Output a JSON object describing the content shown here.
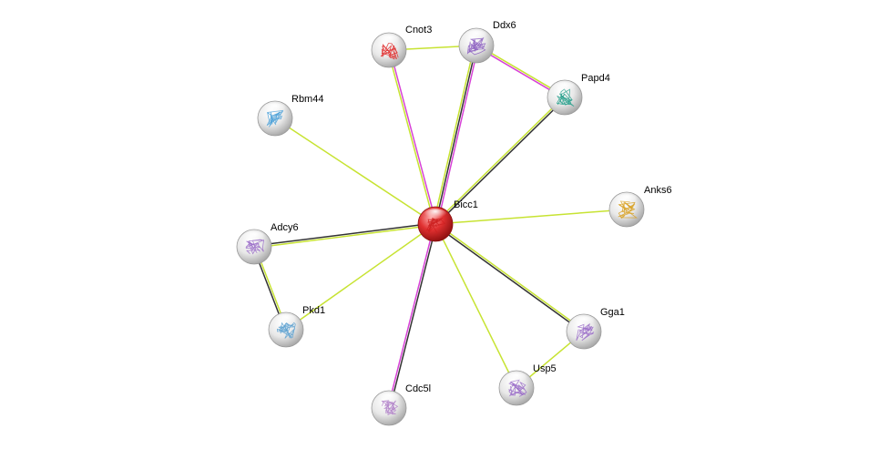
{
  "colors": {
    "textmining": "#c7e332",
    "coexpression": "#333333",
    "experiments": "#d742d7",
    "query_node": "#cc2020",
    "node": "#d8d8d8",
    "label": "#000000"
  },
  "network": {
    "nodes": [
      {
        "id": "Bicc1",
        "label": "Bicc1",
        "query": true,
        "structure_icon": "protein-structure-icon",
        "structure_color": "#cc2020"
      },
      {
        "id": "Cnot3",
        "label": "Cnot3",
        "query": false,
        "structure_icon": "protein-structure-icon",
        "structure_color": "#e02828"
      },
      {
        "id": "Ddx6",
        "label": "Ddx6",
        "query": false,
        "structure_icon": "protein-structure-icon",
        "structure_color": "#8a5cc0"
      },
      {
        "id": "Papd4",
        "label": "Papd4",
        "query": false,
        "structure_icon": "protein-structure-icon",
        "structure_color": "#28a08c"
      },
      {
        "id": "Rbm44",
        "label": "Rbm44",
        "query": false,
        "structure_icon": "protein-structure-icon",
        "structure_color": "#4aa0d8"
      },
      {
        "id": "Anks6",
        "label": "Anks6",
        "query": false,
        "structure_icon": "protein-structure-icon",
        "structure_color": "#d8a020"
      },
      {
        "id": "Adcy6",
        "label": "Adcy6",
        "query": false,
        "structure_icon": "protein-structure-icon",
        "structure_color": "#9a6cc8"
      },
      {
        "id": "Pkd1",
        "label": "Pkd1",
        "query": false,
        "structure_icon": "protein-structure-icon",
        "structure_color": "#5aa0d0"
      },
      {
        "id": "Gga1",
        "label": "Gga1",
        "query": false,
        "structure_icon": "protein-structure-icon",
        "structure_color": "#9a6cc8"
      },
      {
        "id": "Usp5",
        "label": "Usp5",
        "query": false,
        "structure_icon": "protein-structure-icon",
        "structure_color": "#9a6cc8"
      },
      {
        "id": "Cdc5l",
        "label": "Cdc5l",
        "query": false,
        "structure_icon": "protein-structure-icon",
        "structure_color": "#b080c8"
      }
    ],
    "edges": [
      {
        "from": "Bicc1",
        "to": "Cnot3",
        "evidence": [
          "textmining",
          "experiments"
        ]
      },
      {
        "from": "Bicc1",
        "to": "Ddx6",
        "evidence": [
          "textmining",
          "coexpression",
          "experiments"
        ]
      },
      {
        "from": "Bicc1",
        "to": "Papd4",
        "evidence": [
          "textmining",
          "coexpression"
        ]
      },
      {
        "from": "Bicc1",
        "to": "Rbm44",
        "evidence": [
          "textmining"
        ]
      },
      {
        "from": "Bicc1",
        "to": "Anks6",
        "evidence": [
          "textmining"
        ]
      },
      {
        "from": "Bicc1",
        "to": "Adcy6",
        "evidence": [
          "textmining",
          "coexpression"
        ]
      },
      {
        "from": "Bicc1",
        "to": "Pkd1",
        "evidence": [
          "textmining"
        ]
      },
      {
        "from": "Bicc1",
        "to": "Gga1",
        "evidence": [
          "textmining",
          "coexpression"
        ]
      },
      {
        "from": "Bicc1",
        "to": "Usp5",
        "evidence": [
          "textmining"
        ]
      },
      {
        "from": "Bicc1",
        "to": "Cdc5l",
        "evidence": [
          "coexpression",
          "experiments"
        ]
      },
      {
        "from": "Cnot3",
        "to": "Ddx6",
        "evidence": [
          "textmining"
        ]
      },
      {
        "from": "Ddx6",
        "to": "Papd4",
        "evidence": [
          "textmining",
          "experiments"
        ]
      },
      {
        "from": "Adcy6",
        "to": "Pkd1",
        "evidence": [
          "textmining",
          "coexpression"
        ]
      },
      {
        "from": "Gga1",
        "to": "Usp5",
        "evidence": [
          "textmining"
        ]
      }
    ]
  }
}
